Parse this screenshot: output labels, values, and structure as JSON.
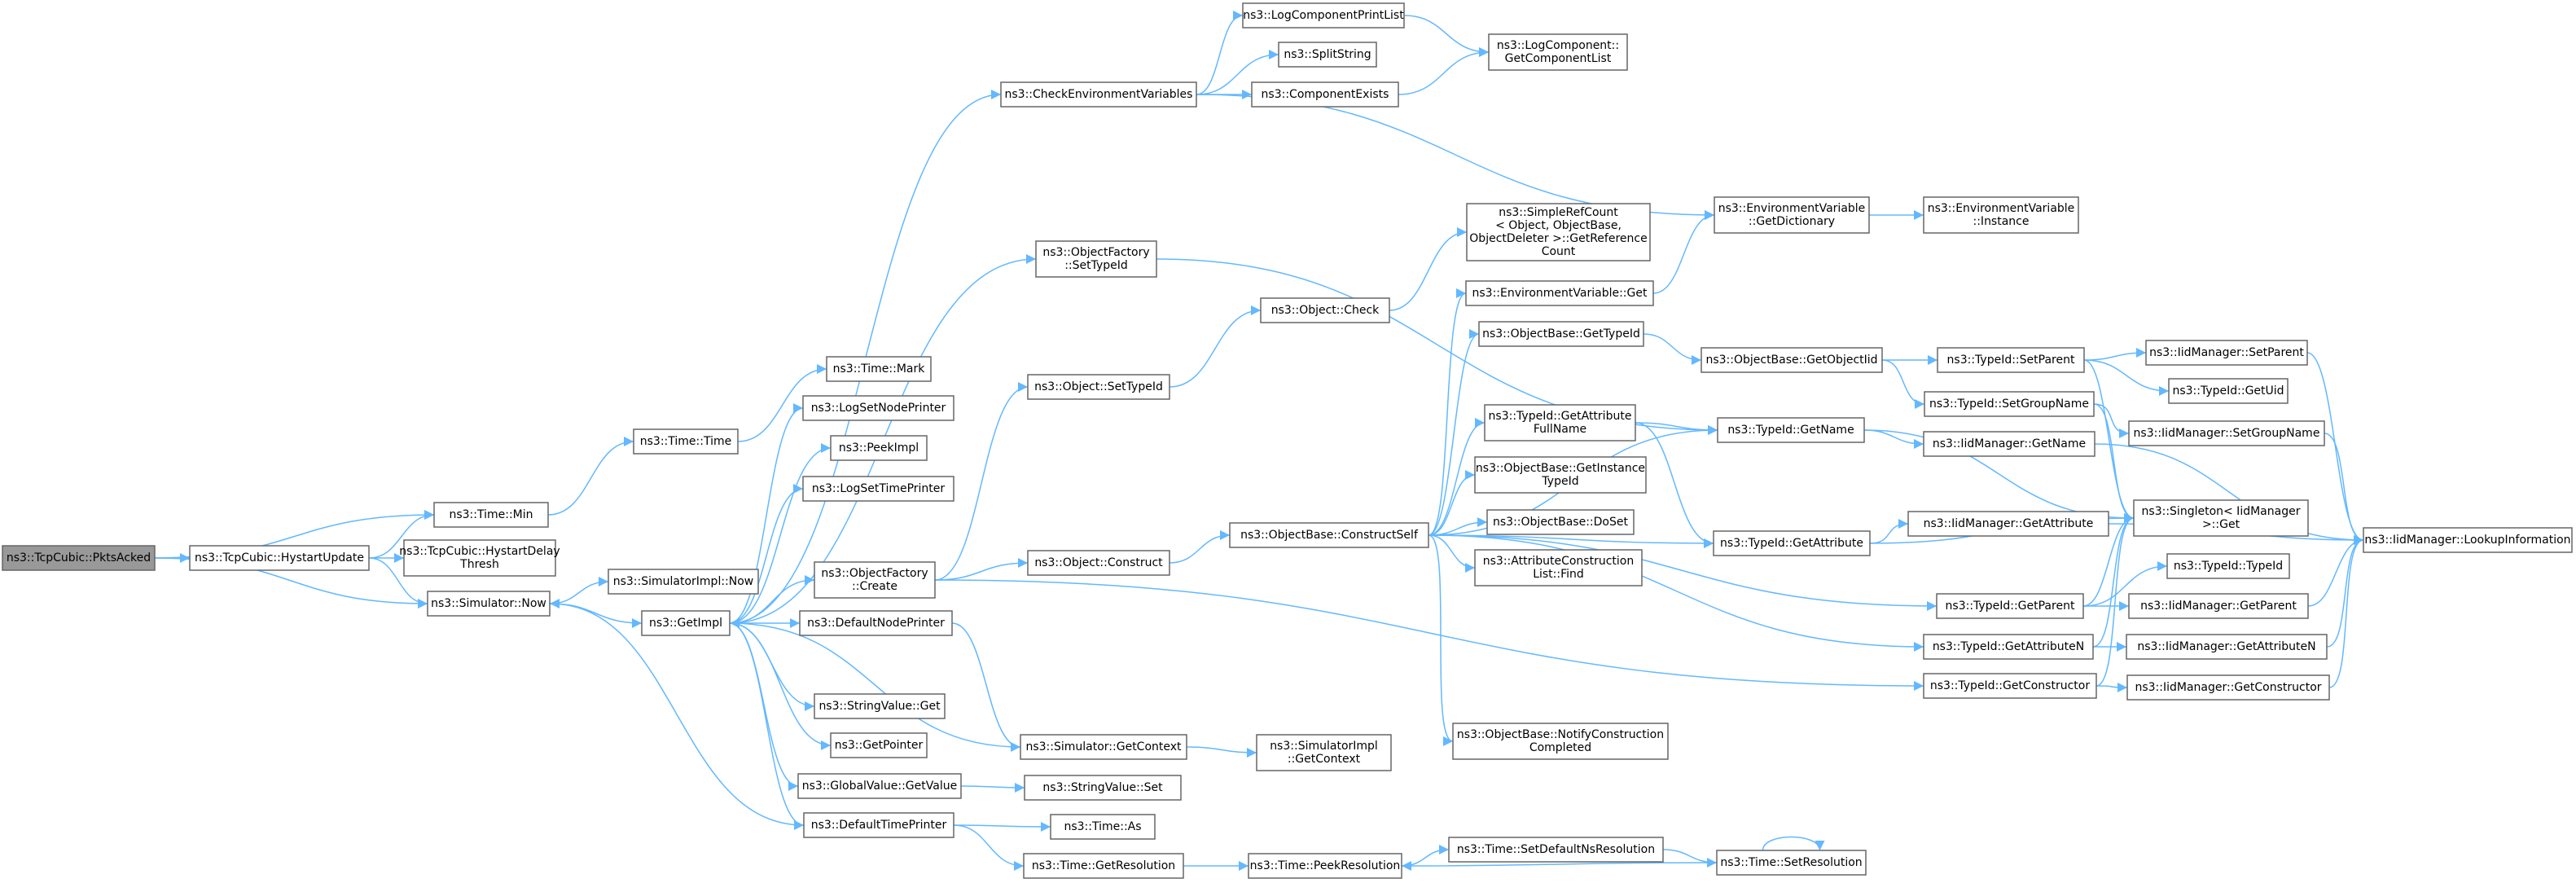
{
  "graph": {
    "title": "",
    "edge_color": "#63b8ff",
    "node_border": "#666666",
    "root_fill": "#999999",
    "nodes": [
      {
        "id": "root",
        "lines": [
          "ns3::TcpCubic::PktsAcked"
        ],
        "root": true
      },
      {
        "id": "hystart",
        "lines": [
          "ns3::TcpCubic::HystartUpdate"
        ]
      },
      {
        "id": "timemin",
        "lines": [
          "ns3::Time::Min"
        ]
      },
      {
        "id": "hystartdelay",
        "lines": [
          "ns3::TcpCubic::HystartDelay",
          "Thresh"
        ]
      },
      {
        "id": "simnow",
        "lines": [
          "ns3::Simulator::Now"
        ]
      },
      {
        "id": "timetime",
        "lines": [
          "ns3::Time::Time"
        ]
      },
      {
        "id": "timemark",
        "lines": [
          "ns3::Time::Mark"
        ]
      },
      {
        "id": "simimplnow",
        "lines": [
          "ns3::SimulatorImpl::Now"
        ]
      },
      {
        "id": "getimpl",
        "lines": [
          "ns3::GetImpl"
        ]
      },
      {
        "id": "lognodeprinter",
        "lines": [
          "ns3::LogSetNodePrinter"
        ]
      },
      {
        "id": "peekimpl",
        "lines": [
          "ns3::PeekImpl"
        ]
      },
      {
        "id": "logtimeprinter",
        "lines": [
          "ns3::LogSetTimePrinter"
        ]
      },
      {
        "id": "objfactcreate",
        "lines": [
          "ns3::ObjectFactory",
          "::Create"
        ]
      },
      {
        "id": "defnodeprinter",
        "lines": [
          "ns3::DefaultNodePrinter"
        ]
      },
      {
        "id": "strvalget",
        "lines": [
          "ns3::StringValue::Get"
        ]
      },
      {
        "id": "getpointer",
        "lines": [
          "ns3::GetPointer"
        ]
      },
      {
        "id": "gvgetvalue",
        "lines": [
          "ns3::GlobalValue::GetValue"
        ]
      },
      {
        "id": "deftimeprinter",
        "lines": [
          "ns3::DefaultTimePrinter"
        ]
      },
      {
        "id": "checkenv",
        "lines": [
          "ns3::CheckEnvironmentVariables"
        ]
      },
      {
        "id": "objfactsettypeid",
        "lines": [
          "ns3::ObjectFactory",
          "::SetTypeId"
        ]
      },
      {
        "id": "objsettypeid",
        "lines": [
          "ns3::Object::SetTypeId"
        ]
      },
      {
        "id": "objconstruct",
        "lines": [
          "ns3::Object::Construct"
        ]
      },
      {
        "id": "simgetcontext",
        "lines": [
          "ns3::Simulator::GetContext"
        ]
      },
      {
        "id": "strvalset",
        "lines": [
          "ns3::StringValue::Set"
        ]
      },
      {
        "id": "timeas",
        "lines": [
          "ns3::Time::As"
        ]
      },
      {
        "id": "timegetres",
        "lines": [
          "ns3::Time::GetResolution"
        ]
      },
      {
        "id": "logcompprint",
        "lines": [
          "ns3::LogComponentPrintList"
        ]
      },
      {
        "id": "splitstring",
        "lines": [
          "ns3::SplitString"
        ]
      },
      {
        "id": "compexists",
        "lines": [
          "ns3::ComponentExists"
        ]
      },
      {
        "id": "objcheck",
        "lines": [
          "ns3::Object::Check"
        ]
      },
      {
        "id": "objbaseconstruct",
        "lines": [
          "ns3::ObjectBase::ConstructSelf"
        ]
      },
      {
        "id": "simimplgetctx",
        "lines": [
          "ns3::SimulatorImpl",
          "::GetContext"
        ]
      },
      {
        "id": "timepeekres",
        "lines": [
          "ns3::Time::PeekResolution"
        ]
      },
      {
        "id": "logcompgetlist",
        "lines": [
          "ns3::LogComponent::",
          "GetComponentList"
        ]
      },
      {
        "id": "simplerefcount",
        "lines": [
          "ns3::SimpleRefCount",
          "< Object, ObjectBase,",
          "ObjectDeleter >::GetReference",
          "Count"
        ]
      },
      {
        "id": "envvarget",
        "lines": [
          "ns3::EnvironmentVariable::Get"
        ]
      },
      {
        "id": "objbasegettypeid",
        "lines": [
          "ns3::ObjectBase::GetTypeId"
        ]
      },
      {
        "id": "typeidgetattrfull",
        "lines": [
          "ns3::TypeId::GetAttribute",
          "FullName"
        ]
      },
      {
        "id": "objbasegetinst",
        "lines": [
          "ns3::ObjectBase::GetInstance",
          "TypeId"
        ]
      },
      {
        "id": "objbasedoset",
        "lines": [
          "ns3::ObjectBase::DoSet"
        ]
      },
      {
        "id": "attrconstlist",
        "lines": [
          "ns3::AttributeConstruction",
          "List::Find"
        ]
      },
      {
        "id": "objbasenotify",
        "lines": [
          "ns3::ObjectBase::NotifyConstruction",
          "Completed"
        ]
      },
      {
        "id": "timesetdefns",
        "lines": [
          "ns3::Time::SetDefaultNsResolution"
        ]
      },
      {
        "id": "envvargetdict",
        "lines": [
          "ns3::EnvironmentVariable",
          "::GetDictionary"
        ]
      },
      {
        "id": "objbasegetobjtid",
        "lines": [
          "ns3::ObjectBase::GetObjectIid"
        ]
      },
      {
        "id": "typeidgetname",
        "lines": [
          "ns3::TypeId::GetName"
        ]
      },
      {
        "id": "typeidgetattr",
        "lines": [
          "ns3::TypeId::GetAttribute"
        ]
      },
      {
        "id": "timesetres",
        "lines": [
          "ns3::Time::SetResolution"
        ]
      },
      {
        "id": "envvarinstance",
        "lines": [
          "ns3::EnvironmentVariable",
          "::Instance"
        ]
      },
      {
        "id": "typeidsetparent",
        "lines": [
          "ns3::TypeId::SetParent"
        ]
      },
      {
        "id": "typeidsetgroup",
        "lines": [
          "ns3::TypeId::SetGroupName"
        ]
      },
      {
        "id": "iidmgrgetname",
        "lines": [
          "ns3::IidManager::GetName"
        ]
      },
      {
        "id": "iidmgrgetattr",
        "lines": [
          "ns3::IidManager::GetAttribute"
        ]
      },
      {
        "id": "typeidgetparent",
        "lines": [
          "ns3::TypeId::GetParent"
        ]
      },
      {
        "id": "typeidgetattrn",
        "lines": [
          "ns3::TypeId::GetAttributeN"
        ]
      },
      {
        "id": "typeidgetctor",
        "lines": [
          "ns3::TypeId::GetConstructor"
        ]
      },
      {
        "id": "iidmgrsetparent",
        "lines": [
          "ns3::IidManager::SetParent"
        ]
      },
      {
        "id": "typeidgetuid",
        "lines": [
          "ns3::TypeId::GetUid"
        ]
      },
      {
        "id": "iidmgrsetgroup",
        "lines": [
          "ns3::IidManager::SetGroupName"
        ]
      },
      {
        "id": "singletonget",
        "lines": [
          "ns3::Singleton< IidManager",
          ">::Get"
        ]
      },
      {
        "id": "typeidtypeid",
        "lines": [
          "ns3::TypeId::TypeId"
        ]
      },
      {
        "id": "iidmgrgetparent",
        "lines": [
          "ns3::IidManager::GetParent"
        ]
      },
      {
        "id": "iidmgrgetattrn",
        "lines": [
          "ns3::IidManager::GetAttributeN"
        ]
      },
      {
        "id": "iidmgrgetctor",
        "lines": [
          "ns3::IidManager::GetConstructor"
        ]
      },
      {
        "id": "iidmgrlookup",
        "lines": [
          "ns3::IidManager::LookupInformation"
        ]
      }
    ],
    "edges": [
      [
        "root",
        "timemin"
      ],
      [
        "root",
        "hystart"
      ],
      [
        "root",
        "simnow"
      ],
      [
        "hystart",
        "timemin"
      ],
      [
        "hystart",
        "hystartdelay"
      ],
      [
        "hystart",
        "simnow"
      ],
      [
        "timemin",
        "timetime"
      ],
      [
        "timetime",
        "timemark"
      ],
      [
        "simnow",
        "simimplnow"
      ],
      [
        "simnow",
        "getimpl"
      ],
      [
        "getimpl",
        "checkenv"
      ],
      [
        "getimpl",
        "objfactsettypeid"
      ],
      [
        "getimpl",
        "lognodeprinter"
      ],
      [
        "getimpl",
        "peekimpl"
      ],
      [
        "getimpl",
        "logtimeprinter"
      ],
      [
        "getimpl",
        "objfactcreate"
      ],
      [
        "getimpl",
        "defnodeprinter"
      ],
      [
        "getimpl",
        "strvalget"
      ],
      [
        "getimpl",
        "getpointer"
      ],
      [
        "getimpl",
        "gvgetvalue"
      ],
      [
        "getimpl",
        "deftimeprinter"
      ],
      [
        "deftimeprinter",
        "simnow"
      ],
      [
        "simgetcontext",
        "getimpl"
      ],
      [
        "checkenv",
        "logcompprint"
      ],
      [
        "checkenv",
        "splitstring"
      ],
      [
        "checkenv",
        "compexists"
      ],
      [
        "checkenv",
        "envvargetdict"
      ],
      [
        "logcompprint",
        "logcompgetlist"
      ],
      [
        "compexists",
        "logcompgetlist"
      ],
      [
        "objfactsettypeid",
        "typeidgetname"
      ],
      [
        "objfactcreate",
        "objsettypeid"
      ],
      [
        "objfactcreate",
        "objconstruct"
      ],
      [
        "objfactcreate",
        "typeidgetctor"
      ],
      [
        "objsettypeid",
        "objcheck"
      ],
      [
        "objcheck",
        "simplerefcount"
      ],
      [
        "objconstruct",
        "objbaseconstruct"
      ],
      [
        "defnodeprinter",
        "simgetcontext"
      ],
      [
        "simgetcontext",
        "simimplgetctx"
      ],
      [
        "gvgetvalue",
        "strvalset"
      ],
      [
        "deftimeprinter",
        "timeas"
      ],
      [
        "deftimeprinter",
        "timegetres"
      ],
      [
        "timegetres",
        "timepeekres"
      ],
      [
        "timepeekres",
        "timesetdefns"
      ],
      [
        "timesetdefns",
        "timesetres"
      ],
      [
        "timesetres",
        "timepeekres"
      ],
      [
        "timesetres",
        "timesetres"
      ],
      [
        "objbaseconstruct",
        "envvarget"
      ],
      [
        "objbaseconstruct",
        "objbasegettypeid"
      ],
      [
        "objbaseconstruct",
        "typeidgetname"
      ],
      [
        "objbaseconstruct",
        "typeidgetattrfull"
      ],
      [
        "objbaseconstruct",
        "objbasegetinst"
      ],
      [
        "objbaseconstruct",
        "objbasedoset"
      ],
      [
        "objbaseconstruct",
        "attrconstlist"
      ],
      [
        "objbaseconstruct",
        "typeidgetattr"
      ],
      [
        "objbaseconstruct",
        "typeidgetparent"
      ],
      [
        "objbaseconstruct",
        "typeidgetattrn"
      ],
      [
        "objbaseconstruct",
        "objbasenotify"
      ],
      [
        "envvarget",
        "envvargetdict"
      ],
      [
        "envvargetdict",
        "envvarinstance"
      ],
      [
        "objbasegettypeid",
        "objbasegetobjtid"
      ],
      [
        "objbasegetobjtid",
        "typeidsetparent"
      ],
      [
        "objbasegetobjtid",
        "typeidsetgroup"
      ],
      [
        "typeidgetattrfull",
        "typeidgetname"
      ],
      [
        "typeidgetattrfull",
        "typeidgetattr"
      ],
      [
        "typeidgetname",
        "iidmgrgetname"
      ],
      [
        "typeidgetname",
        "singletonget"
      ],
      [
        "typeidgetattr",
        "iidmgrgetattr"
      ],
      [
        "typeidgetattr",
        "singletonget"
      ],
      [
        "typeidsetparent",
        "iidmgrsetparent"
      ],
      [
        "typeidsetparent",
        "typeidgetuid"
      ],
      [
        "typeidsetparent",
        "singletonget"
      ],
      [
        "typeidsetgroup",
        "iidmgrsetgroup"
      ],
      [
        "typeidsetgroup",
        "singletonget"
      ],
      [
        "iidmgrgetname",
        "iidmgrlookup"
      ],
      [
        "iidmgrgetattr",
        "iidmgrlookup"
      ],
      [
        "typeidgetparent",
        "singletonget"
      ],
      [
        "typeidgetparent",
        "typeidtypeid"
      ],
      [
        "typeidgetparent",
        "iidmgrgetparent"
      ],
      [
        "typeidgetattrn",
        "singletonget"
      ],
      [
        "typeidgetattrn",
        "iidmgrgetattrn"
      ],
      [
        "typeidgetctor",
        "singletonget"
      ],
      [
        "typeidgetctor",
        "iidmgrgetctor"
      ],
      [
        "iidmgrsetparent",
        "iidmgrlookup"
      ],
      [
        "iidmgrsetgroup",
        "iidmgrlookup"
      ],
      [
        "iidmgrgetparent",
        "iidmgrlookup"
      ],
      [
        "iidmgrgetattrn",
        "iidmgrlookup"
      ],
      [
        "iidmgrgetctor",
        "iidmgrlookup"
      ]
    ]
  }
}
